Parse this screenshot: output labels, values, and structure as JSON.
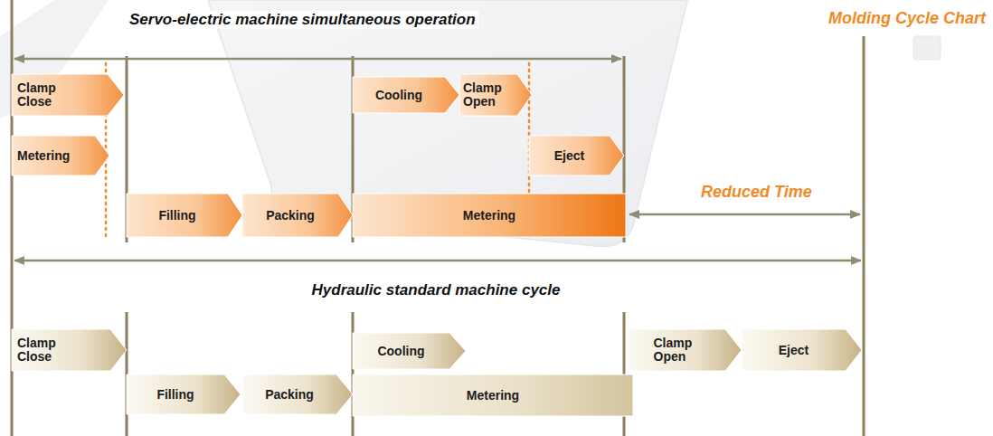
{
  "diagram": {
    "title": "Molding Cycle Chart",
    "nodes": [
      {
        "text": [
          "Clamp Close"
        ]
      },
      {
        "text": [
          "Cooling"
        ]
      },
      {
        "text": [
          "Clamp Open"
        ]
      },
      {
        "text": [
          "Metering"
        ]
      },
      {
        "text": [
          "Eject"
        ]
      },
      {
        "text": [
          "Filling"
        ]
      },
      {
        "text": [
          "Packing"
        ]
      },
      {
        "text": [
          "Metering"
        ]
      },
      {
        "text": [
          "Clamp Close"
        ]
      },
      {
        "text": [
          "Cooling"
        ]
      },
      {
        "text": [
          "Clamp Open"
        ]
      },
      {
        "text": [
          "Eject"
        ]
      },
      {
        "text": [
          "Filling"
        ]
      },
      {
        "text": [
          "Packing"
        ]
      },
      {
        "text": [
          "Metering"
        ]
      }
    ],
    "labels": [
      "Servo-electric machine simultaneous operation",
      "Reduced Time",
      "Hydraulic standard machine cycle"
    ]
  }
}
